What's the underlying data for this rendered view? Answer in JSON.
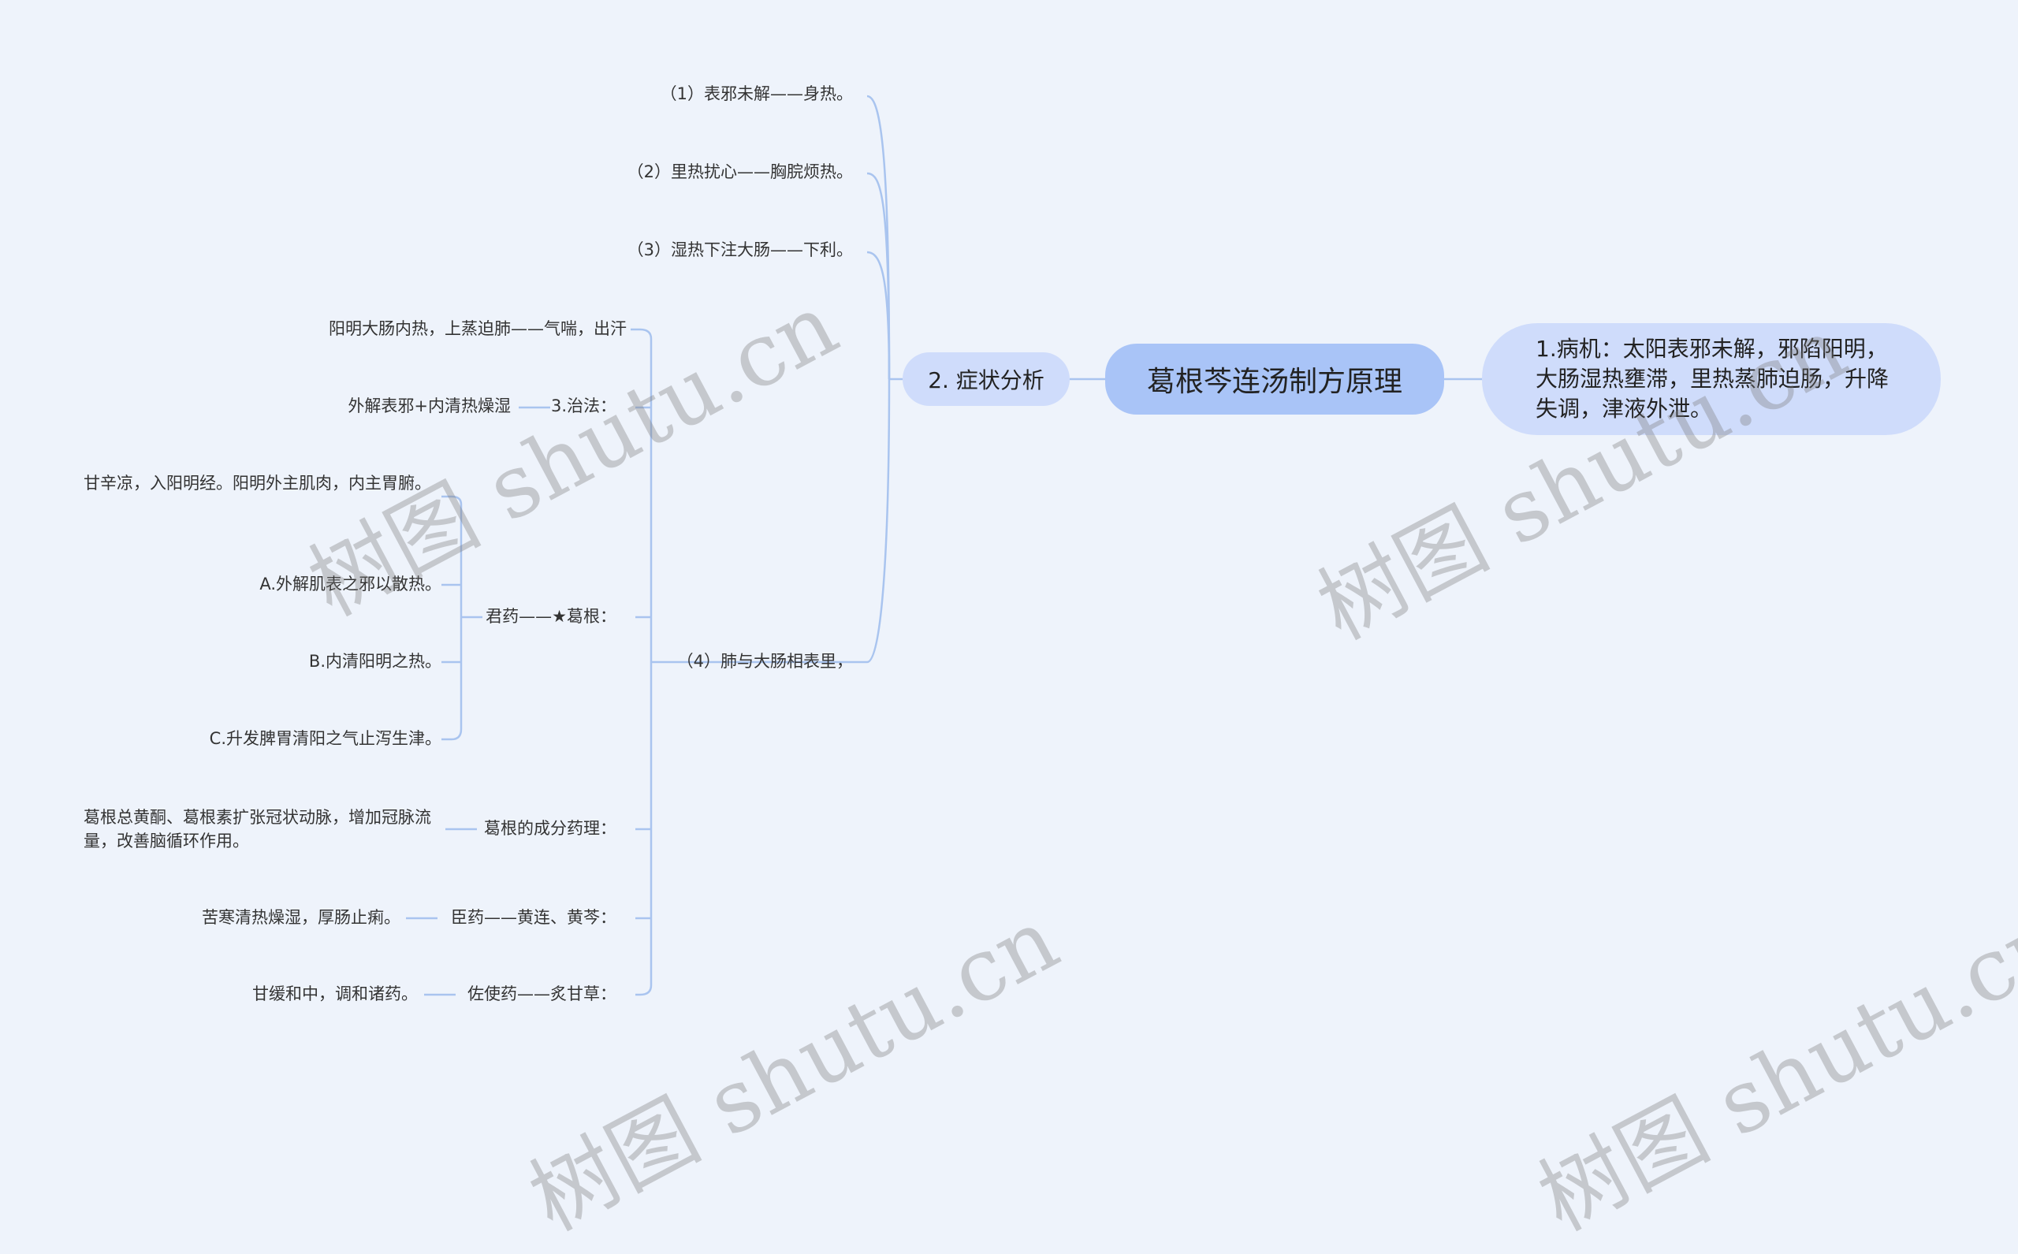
{
  "root": {
    "label": "葛根芩连汤制方原理"
  },
  "branch_right": {
    "label": "1.病机：太阳表邪未解，邪陷阳明，大肠湿热壅滞，里热蒸肺迫肠，升降失调，津液外泄。"
  },
  "branch_left": {
    "label": "2. 症状分析",
    "children": [
      "（1）表邪未解——身热。",
      "（2）里热扰心——胸脘烦热。",
      "（3）湿热下注大肠——下利。",
      "（4）肺与大肠相表里，"
    ]
  },
  "sub4": {
    "items": [
      "阳明大肠内热，上蒸迫肺——气喘，出汗",
      "3.治法：",
      "君药——★葛根：",
      "葛根的成分药理：",
      "臣药——黄连、黄芩：",
      "佐使药——炙甘草："
    ]
  },
  "zhifa": {
    "child": "外解表邪+内清热燥湿"
  },
  "junyao": {
    "children": [
      "甘辛凉，入阳明经。阳明外主肌肉，内主胃腑。",
      "A.外解肌表之邪以散热。",
      "B.内清阳明之热。",
      "C.升发脾胃清阳之气止泻生津。"
    ]
  },
  "yaoli": {
    "child": "葛根总黄酮、葛根素扩张冠状动脉，增加冠脉流量，改善脑循环作用。"
  },
  "chenyao": {
    "child": "苦寒清热燥湿，厚肠止痢。"
  },
  "zuoshi": {
    "child": "甘缓和中，调和诸药。"
  },
  "watermark": {
    "text": "树图 shutu.cn"
  },
  "colors": {
    "line": "#a9c4ef",
    "root": "#a9c4f7",
    "branch": "#cfdcfb",
    "background": "#eef3fb"
  }
}
